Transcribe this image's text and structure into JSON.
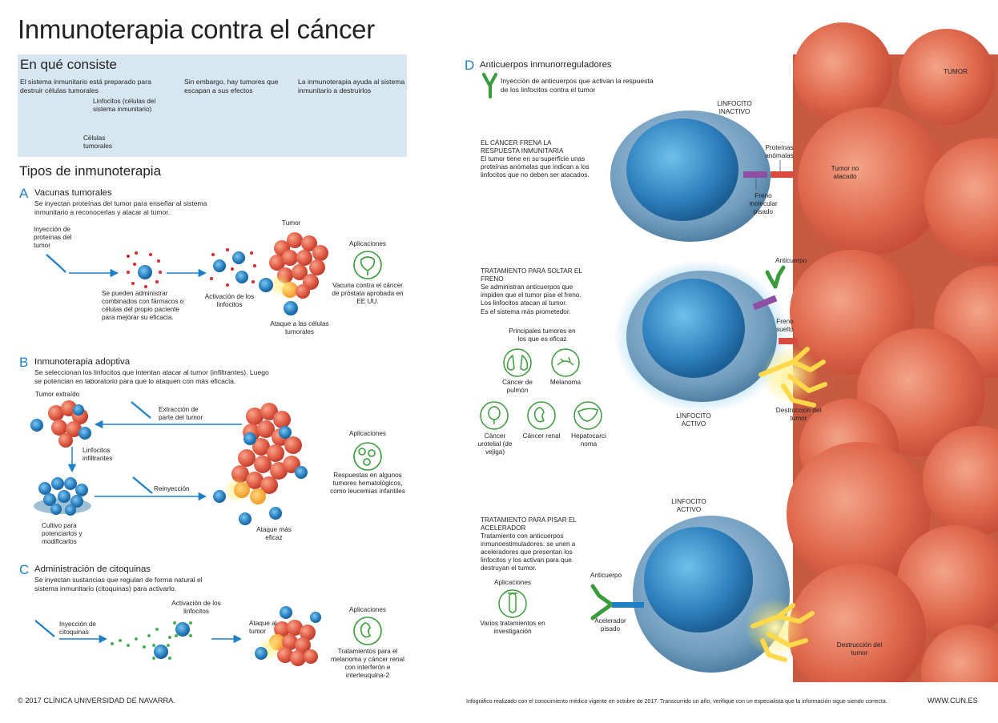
{
  "title": "Inmunoterapia contra el cáncer",
  "colors": {
    "accent_blue": "#1e7fc7",
    "app_green": "#3a9b3a",
    "tumor_red": "#e0604a",
    "box_bg": "#d7e7f1"
  },
  "intro": {
    "heading": "En qué consiste",
    "col1": "El sistema inmunitario está preparado para destruir células tumorales",
    "col2": "Sin embargo, hay tumores que escapan a sus efectos",
    "col3": "La inmunoterapia ayuda al sistema inmunitario a destruirlos",
    "label_linfocitos": "Linfocitos (células del sistema inmunitario)",
    "label_celulas": "Células tumorales"
  },
  "types_heading": "Tipos de inmunoterapia",
  "A": {
    "letter": "A",
    "title": "Vacunas tumorales",
    "desc": "Se inyectan proteínas del tumor para enseñar al sistema inmunitario a reconocerlas y atacar al tumor.",
    "injection": "Inyección de proteínas del tumor",
    "combine": "Se pueden administrar combinados con fármacos o células del propio paciente para mejorar su eficacia.",
    "activation": "Activación de los linfocitos",
    "tumor": "Tumor",
    "attack": "Ataque a las células tumorales",
    "apps_label": "Aplicaciones",
    "apps_text": "Vacuna contra el cáncer de próstata aprobada en EE UU."
  },
  "B": {
    "letter": "B",
    "title": "Inmunoterapia adoptiva",
    "desc": "Se seleccionan los linfocitos que intentan atacar al tumor (infiltrantes). Luego se potencian en laboratorio para que lo ataquen con más eficacia.",
    "extracted": "Tumor extraído",
    "extraction": "Extracción de parte del tumor",
    "infiltrating": "Linfocitos infiltrantes",
    "reinjection": "Reinyección",
    "culture": "Cultivo para potenciarlos y modificarlos",
    "attack": "Ataque más eficaz",
    "apps_label": "Aplicaciones",
    "apps_text": "Respuestas en algunos tumores hematológicos, como leucemias infantiles"
  },
  "C": {
    "letter": "C",
    "title": "Administración de citoquinas",
    "desc": "Se inyectan sustancias que regulan de forma natural el sistema inmunitario (citoquinas) para activarlo.",
    "injection": "Inyección de citoquinas",
    "activation": "Activación de los linfocitos",
    "attack": "Ataque al tumor",
    "apps_label": "Aplicaciones",
    "apps_text": "Tratamientos para el melanoma y cáncer renal con interferón e interleuquina-2"
  },
  "D": {
    "letter": "D",
    "title": "Anticuerpos inmunorreguladores",
    "desc": "Inyección de anticuerpos que activan la respuesta de los linfocitos contra el tumor",
    "tumor_label": "TUMOR",
    "inactive_label": "LINFOCITO INACTIVO",
    "brake_heading": "EL CÁNCER FRENA LA RESPUESTA INMUNITARIA",
    "brake_text": "El tumor tiene en su superficie unas proteínas anómalas que indican a los linfocitos que no deben ser atacados.",
    "abnormal_proteins": "Proteínas anómalas",
    "not_attacked": "Tumor no atacado",
    "brake_pressed": "Freno molecular pisado",
    "release_heading": "TRATAMIENTO PARA SOLTAR EL FRENO",
    "release_text": "Se administran anticuerpos que impiden que el tumor pise el freno. Los linfocitos atacan al tumor.",
    "release_promising": "Es el sistema más prometedor.",
    "antibody": "Anticuerpo",
    "brake_released": "Freno suelto",
    "main_tumors": "Principales tumores en los que es eficaz",
    "lung": "Cáncer de pulmón",
    "melanoma": "Melanoma",
    "bladder": "Cáncer urotelial (de vejiga)",
    "renal": "Cáncer renal",
    "hepato": "Hepatocarci noma",
    "active_label_1": "LINFOCITO ACTIVO",
    "destruction_1": "Destrucción del tumor",
    "accel_heading": "TRATAMIENTO PARA PISAR EL ACELERADOR",
    "accel_text": "Tratamiento con anticuerpos inmunoestimuladores: se unen a aceleradores que presentan los linfocitos y los activan para que destruyan el tumor.",
    "apps_label": "Aplicaciones",
    "apps_text": "Varios tratamientos en investigación",
    "active_label_2": "LINFOCITO ACTIVO",
    "antibody_2": "Anticuerpo",
    "accelerator": "Acelerador pisado",
    "destruction_2": "Destrucción del tumor"
  },
  "footer": {
    "copyright": "© 2017 CLÍNICA UNIVERSIDAD DE NAVARRA.",
    "note": "Infográfico realizado con el conocimiento médico vigente en octubre de 2017. Transcurrido un año, verifique con un especialista que la información sigue siendo correcta.",
    "site": "WWW.CUN.ES"
  }
}
